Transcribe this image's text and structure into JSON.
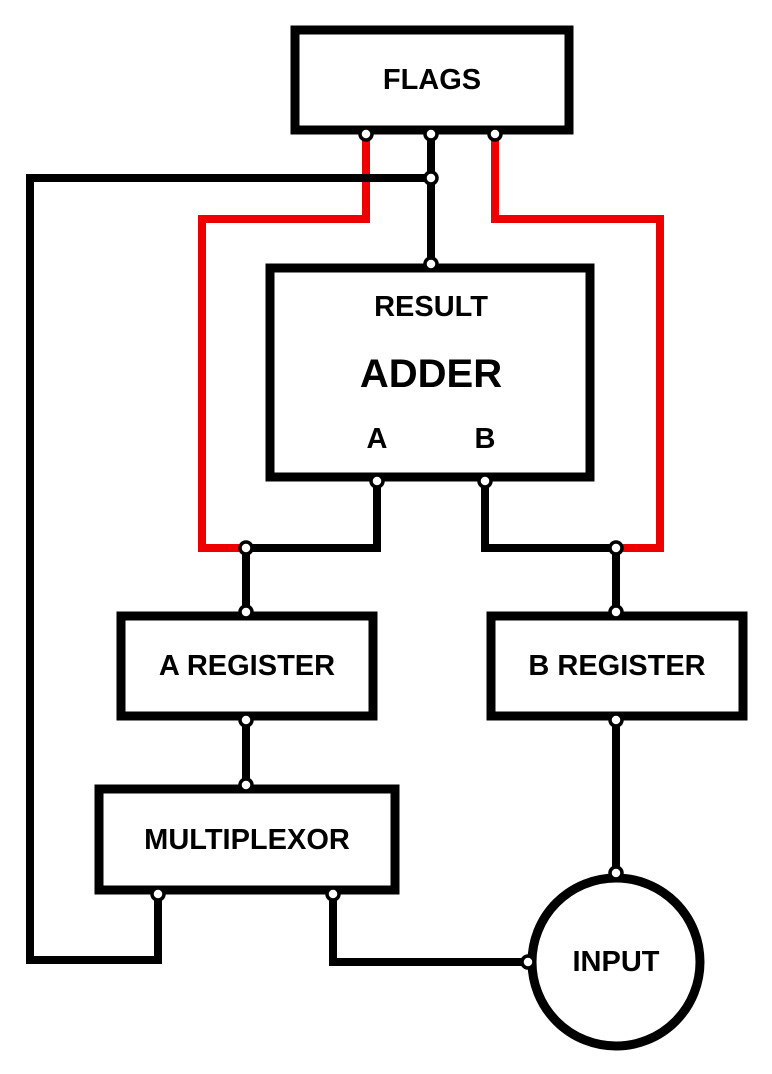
{
  "colors": {
    "wire": "#000000",
    "flag_wire": "#ee0000",
    "box_fill": "#ffffff"
  },
  "blocks": {
    "flags": {
      "label": "FLAGS"
    },
    "adder": {
      "title": "ADDER",
      "output_label": "RESULT",
      "input_a_label": "A",
      "input_b_label": "B"
    },
    "a_register": {
      "label": "A REGISTER"
    },
    "b_register": {
      "label": "B REGISTER"
    },
    "multiplexor": {
      "label": "MULTIPLEXOR"
    },
    "input": {
      "label": "INPUT"
    }
  }
}
